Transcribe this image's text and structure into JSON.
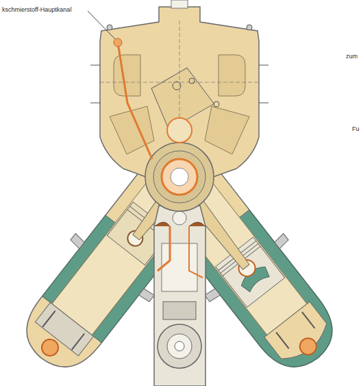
{
  "diagram": {
    "labels": [
      "kschmierstoff-Hauptkanal",
      "zum",
      "Fu"
    ]
  }
}
